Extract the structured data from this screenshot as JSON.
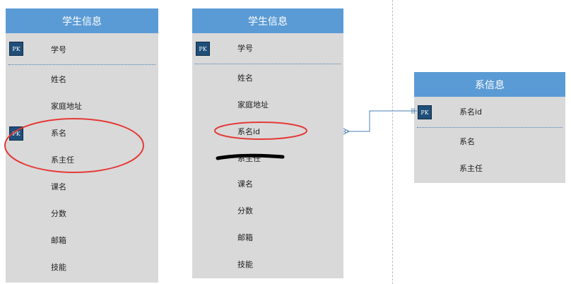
{
  "entity1": {
    "title": "学生信息",
    "pk_label": "PK",
    "fields": [
      "学号",
      "姓名",
      "家庭地址",
      "系名",
      "系主任",
      "课名",
      "分数",
      "邮箱",
      "技能"
    ]
  },
  "entity2": {
    "title": "学生信息",
    "pk_label": "PK",
    "fields": [
      "学号",
      "姓名",
      "家庭地址",
      "系名id",
      "系主任",
      "课名",
      "分数",
      "邮箱",
      "技能"
    ]
  },
  "entity3": {
    "title": "系信息",
    "pk_label": "PK",
    "fields": [
      "系名id",
      "系名",
      "系主任"
    ]
  },
  "colors": {
    "header": "#5b9bd5",
    "body": "#d9d9d9",
    "pk": "#1f4e79",
    "highlight": "#e53935",
    "connector": "#4a7fb5"
  }
}
